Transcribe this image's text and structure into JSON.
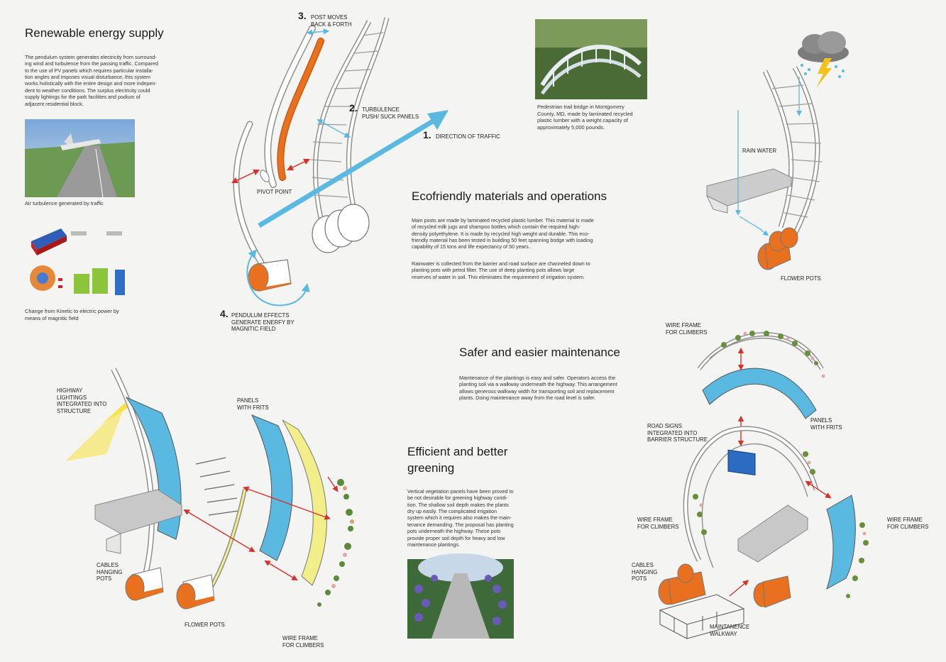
{
  "sections": {
    "renewable": {
      "title": "Renewable energy supply",
      "body": "The pendulum system generates electricity from surround-\ning wind and turbulence from the passing traffic. Compared\nto the use of PV panels which requires particular installa-\ntion angles and imposes visual disturbance, this system\nworks holistically with the entire design and more indepen-\ndent to weather conditions. The surplus electricity could\nsupply lightings for the park facilities and podium of\nadjacent residential block.",
      "caption_turbulence": "Air turbulence generated by traffic",
      "caption_kinetic": "Change from Kinetic to electric power by\nmeans of magnitic field"
    },
    "ecofriendly": {
      "title": "Ecofriendly materials and operations",
      "body1": "Main posts are made by laminated recycled plastic lumber. This material is made\nof recycled milk jugs and shampoo bottles which contain the required high-\ndensity polyethylene. It is made by recycled high weight and durable.  This eco-\nfriendly material has been tested in building 50 feet spanning bridge with loading\ncapability of 15 tons and life expectancy of 50 years.",
      "body2": "Rainwater is collected from the barrier and road surface are channeled down to\nplanting pots with petrol filter. The use of deep planting pots allows large\nreserves of water in soil. This eliminates the requirement of irrigation system.",
      "bridge_caption": "Pedestrian trail bridge in Montgomery\nCounty, MD, made by laminated recycled\nplastic lumber with a weight capacity of\napproximately 5,000 pounds."
    },
    "maintenance": {
      "title": "Safer and easier maintenance",
      "body": "Maintenance of the plantings is easy and safer. Operators access the\nplanting soil via a walkway underneath the highway. This arrangement\nallows generous walkway width for transporting soil and replacement\nplants. Doing maintenance away from the road level is safer."
    },
    "greening": {
      "title": "Efficient and better\ngreening",
      "body": "Vertical vegetation panels have been proved to\nbe not desirable for greening highway condi-\ntion. The shallow soil depth makes the plants\ndry up easily. The complicated irrigation\nsystem which it requires also makes the main-\ntenance demanding. The proposal has planting\npots underneath the highway. These pots\nprovide proper soil depth for heavy and low\nmaintenance plantings."
    }
  },
  "pendulum_diagram": {
    "step3_num": "3.",
    "step3_text": "POST MOVES\nBACK & FORTH",
    "step2_num": "2.",
    "step2_text": "TURBULENCE\nPUSH/ SUCK PANELS",
    "step1_num": "1.",
    "step1_text": "DIRECTION OF TRAFFIC",
    "step4_num": "4.",
    "step4_text": "PENDULUM EFFECTS\nGENERATE ENERFY BY\nMAGNITIC FIELD",
    "pivot": "PIVOT POINT"
  },
  "rain_diagram": {
    "rain_water": "RAIN WATER",
    "flower_pots": "FLOWER POTS"
  },
  "green_diagram": {
    "lightings": "HIGHWAY\nLIGHTINGS\nINTEGRATED INTO\nSTRUCTURE",
    "panels": "PANELS\nWITH FRITS",
    "cables": "CABLES\nHANGING\nPOTS",
    "flower_pots": "FLOWER POTS",
    "wire_frame": "WIRE FRAME\nFOR CLIMBERS"
  },
  "maint_diagram": {
    "wire_frame_top": "WIRE FRAME\nFOR CLIMBERS",
    "panels": "PANELS\nWITH FRITS",
    "road_signs": "ROAD SIGNS\nINTEGRATED INTO\nBARRIER STRUCTURE",
    "wire_frame_left": "WIRE FRAME\nFOR CLIMBERS",
    "wire_frame_right": "WIRE FRAME\nFOR CLIMBERS",
    "cables": "CABLES\nHANGING\nPOTS",
    "walkway": "MAINTANENCE\nWALKWAY"
  },
  "colors": {
    "orange": "#e8701e",
    "blue": "#5ab9e0",
    "yellow": "#f2ee8a",
    "arrow_red": "#d8322a",
    "structure": "#8f8f8f"
  }
}
